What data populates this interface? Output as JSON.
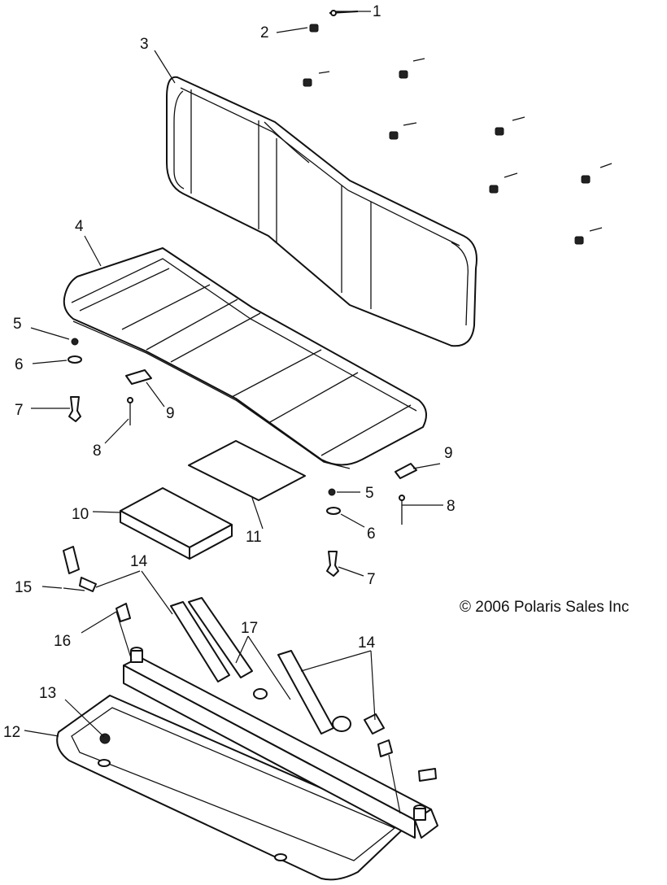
{
  "copyright": "© 2006 Polaris Sales Inc",
  "callouts": {
    "c1": "1",
    "c2": "2",
    "c3": "3",
    "c4": "4",
    "c5a": "5",
    "c6a": "6",
    "c7a": "7",
    "c8a": "8",
    "c9a": "9",
    "c9b": "9",
    "c5b": "5",
    "c8b": "8",
    "c6b": "6",
    "c7b": "7",
    "c10": "10",
    "c11": "11",
    "c14a": "14",
    "c15": "15",
    "c16": "16",
    "c17": "17",
    "c14b": "14",
    "c13": "13",
    "c12": "12"
  }
}
